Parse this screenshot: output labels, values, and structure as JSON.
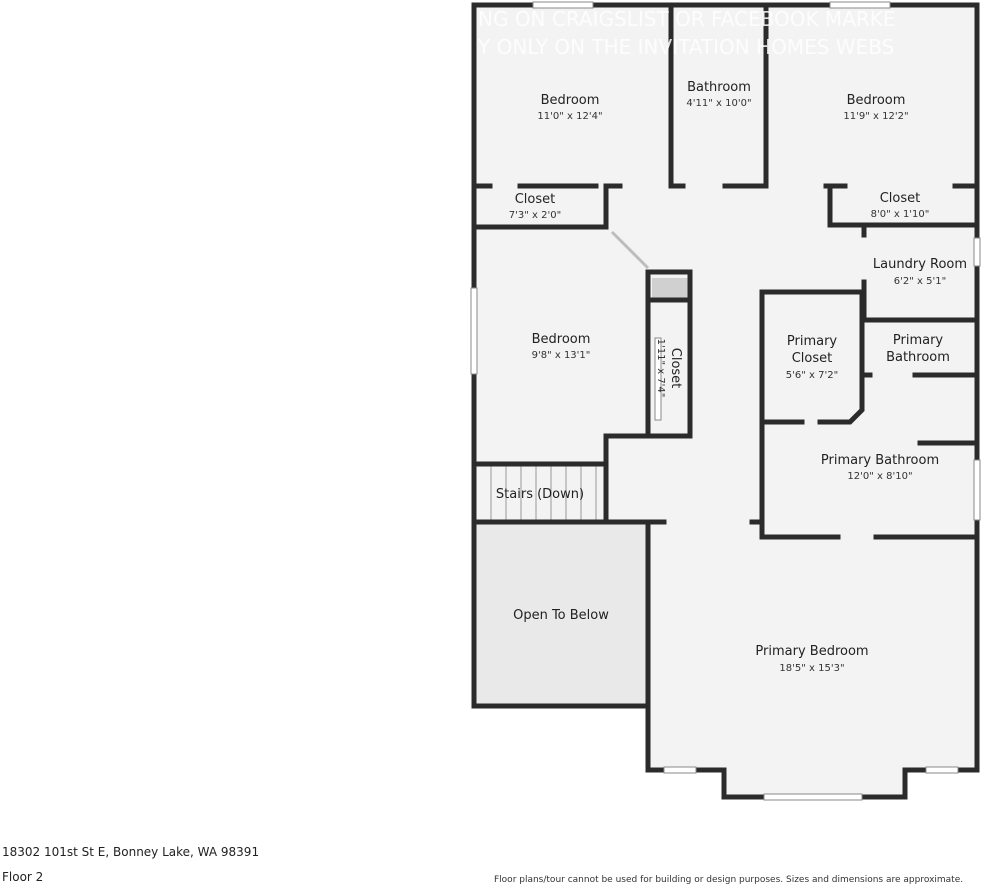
{
  "watermark": {
    "line1": "NG ON CRAIGSLIST OR FACEBOOK MARKE",
    "line2": "Y ONLY ON THE INVITATION HOMES WEBS"
  },
  "rooms": {
    "bedroom_nw": {
      "name": "Bedroom",
      "dim": "11'0\" x 12'4\""
    },
    "bathroom": {
      "name": "Bathroom",
      "dim": "4'11\" x 10'0\""
    },
    "bedroom_ne": {
      "name": "Bedroom",
      "dim": "11'9\" x 12'2\""
    },
    "closet_w": {
      "name": "Closet",
      "dim": "7'3\" x 2'0\""
    },
    "closet_e": {
      "name": "Closet",
      "dim": "8'0\" x 1'10\""
    },
    "laundry": {
      "name": "Laundry Room",
      "dim": "6'2\" x 5'1\""
    },
    "bedroom_w": {
      "name": "Bedroom",
      "dim": "9'8\" x 13'1\""
    },
    "closet_small": {
      "name": "Closet",
      "dim": "1'11\" x 7'4\""
    },
    "primary_closet": {
      "name_line1": "Primary",
      "name_line2": "Closet",
      "dim": "5'6\" x 7'2\""
    },
    "primary_bath_small": {
      "name_line1": "Primary",
      "name_line2": "Bathroom"
    },
    "primary_bathroom": {
      "name": "Primary Bathroom",
      "dim": "12'0\" x 8'10\""
    },
    "stairs": {
      "name": "Stairs (Down)"
    },
    "open_below": {
      "name": "Open To Below"
    },
    "primary_bedroom": {
      "name": "Primary Bedroom",
      "dim": "18'5\" x 15'3\""
    }
  },
  "footer": {
    "address": "18302 101st St E, Bonney Lake, WA 98391",
    "floor": "Floor 2",
    "disclaimer": "Floor plans/tour cannot be used for building or design purposes. Sizes and dimensions are approximate."
  },
  "colors": {
    "wall": "#2b2b2b",
    "floor": "#f3f3f3",
    "open_below": "#e9e9e9",
    "background": "#ffffff"
  }
}
